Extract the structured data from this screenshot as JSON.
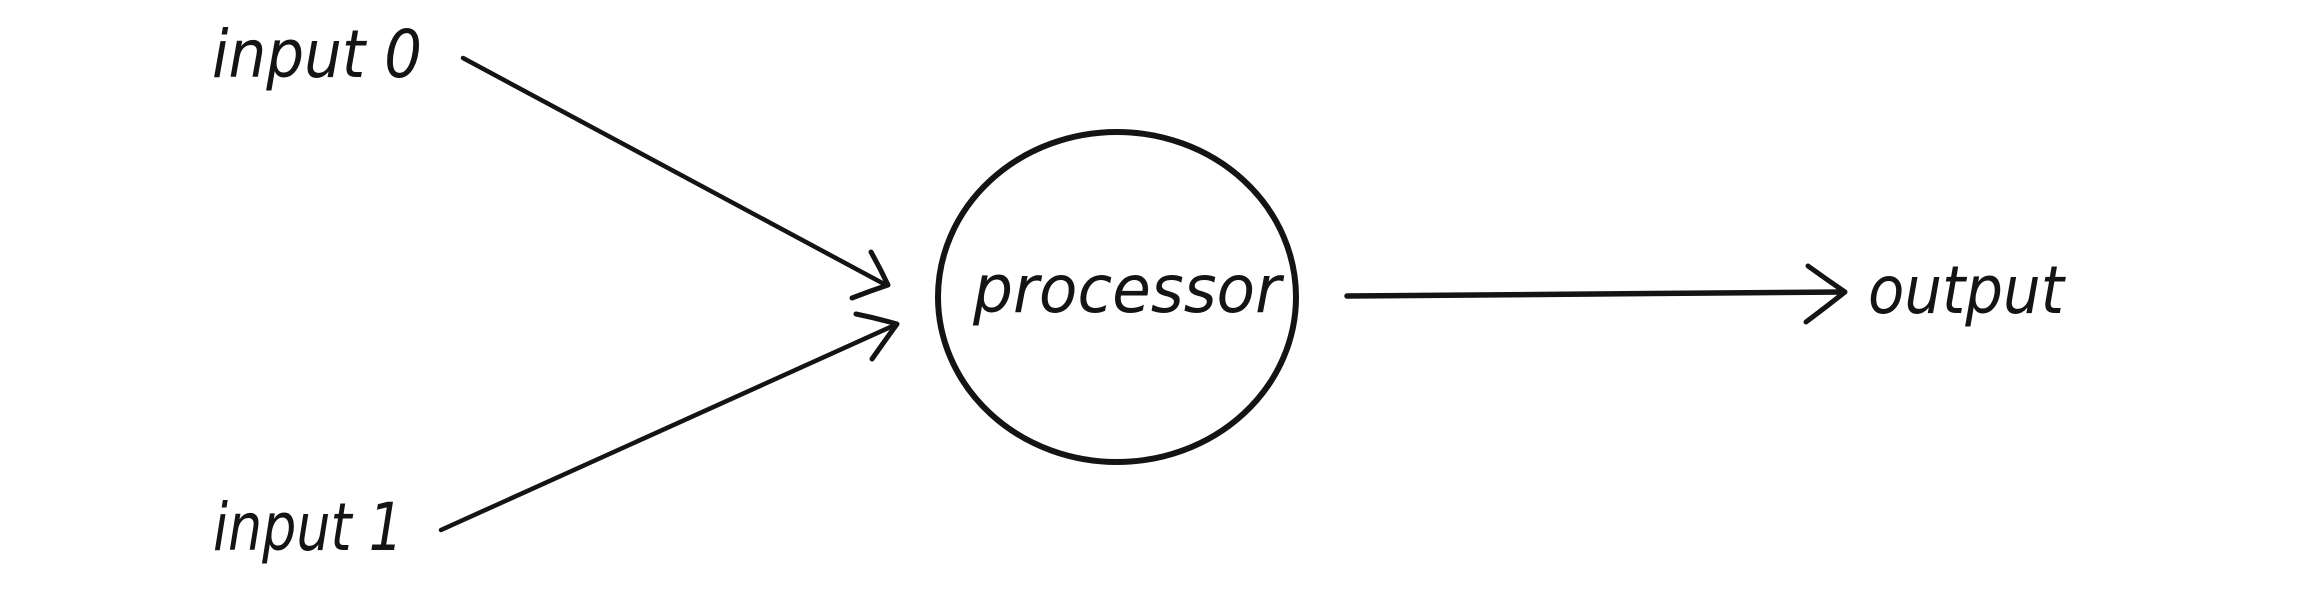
{
  "diagram": {
    "type": "flow",
    "description": "Single processor node with two inputs and one output",
    "colors": {
      "background": "#ffffff",
      "ink": "#141414"
    },
    "nodes": {
      "input0": {
        "label": "input 0"
      },
      "input1": {
        "label": "input 1"
      },
      "processor": {
        "label": "processor",
        "shape": "ellipse"
      },
      "output": {
        "label": "output"
      }
    },
    "edges": [
      {
        "from": "input 0",
        "to": "processor"
      },
      {
        "from": "input 1",
        "to": "processor"
      },
      {
        "from": "processor",
        "to": "output"
      }
    ]
  }
}
